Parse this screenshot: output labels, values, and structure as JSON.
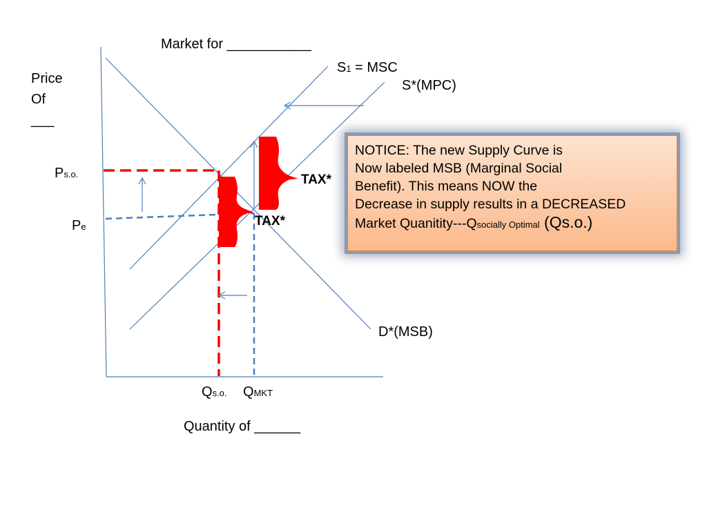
{
  "title": "Market for ___________",
  "y_axis": {
    "line1": "Price",
    "line2": "Of",
    "line3": "___"
  },
  "x_axis": {
    "label": "Quantity of ______"
  },
  "curves": {
    "s1_main": "S",
    "s1_sub": "1",
    "s1_rest": " = MSC",
    "s_star": "S*(MPC)",
    "d_star": "D*(MSB)"
  },
  "price_labels": {
    "pso_main": "P",
    "pso_sub": "s.o.",
    "pe_main": "P",
    "pe_sub": "e"
  },
  "quantity_labels": {
    "qso_main": "Q",
    "qso_sub": "s.o.",
    "qmkt_main": "Q",
    "qmkt_sub": "MKT"
  },
  "tax_labels": {
    "upper": "TAX*",
    "lower": "TAX*"
  },
  "notice": {
    "line1": "NOTICE:  The new Supply Curve is",
    "line2": "Now labeled MSB (Marginal Social",
    "line3": "Benefit).  This means NOW the",
    "line4": "Decrease in supply results in a DECREASED",
    "line5_main": "Market Quanitity---Q",
    "line5_sub": "socially Optimal",
    "line5_end": " (Qs.o.)"
  },
  "colors": {
    "line": "#4a7ebb",
    "red": "#ff0000",
    "dashed_blue": "#4a7ebb"
  }
}
